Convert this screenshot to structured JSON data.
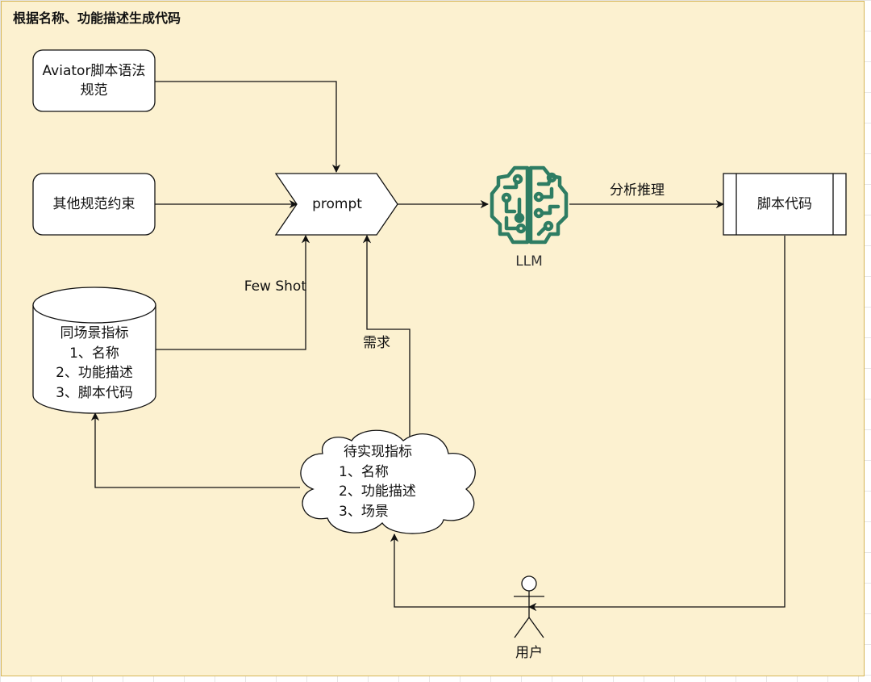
{
  "diagram": {
    "title": "根据名称、功能描述生成代码",
    "nodes": {
      "aviator_spec": {
        "lines": [
          "Aviator脚本语法",
          "规范"
        ]
      },
      "other_spec": {
        "label": "其他规范约束"
      },
      "prompt": {
        "label": "prompt"
      },
      "llm": {
        "label": "LLM",
        "icon": "brain-circuit-icon"
      },
      "script_code": {
        "label": "脚本代码"
      },
      "same_scene_db": {
        "lines": [
          "同场景指标",
          "1、名称",
          "2、功能描述",
          "3、脚本代码"
        ]
      },
      "pending_metric": {
        "lines": [
          "待实现指标",
          "1、名称",
          "2、功能描述",
          "3、场景"
        ]
      },
      "user": {
        "label": "用户",
        "icon": "actor-icon"
      }
    },
    "edges": {
      "few_shot": "Few Shot",
      "requirement": "需求",
      "analysis": "分析推理"
    },
    "colors": {
      "background": "#fcf1d0",
      "border": "#d6b656",
      "llm_icon": "#2e7d63",
      "stroke": "#111111"
    }
  }
}
